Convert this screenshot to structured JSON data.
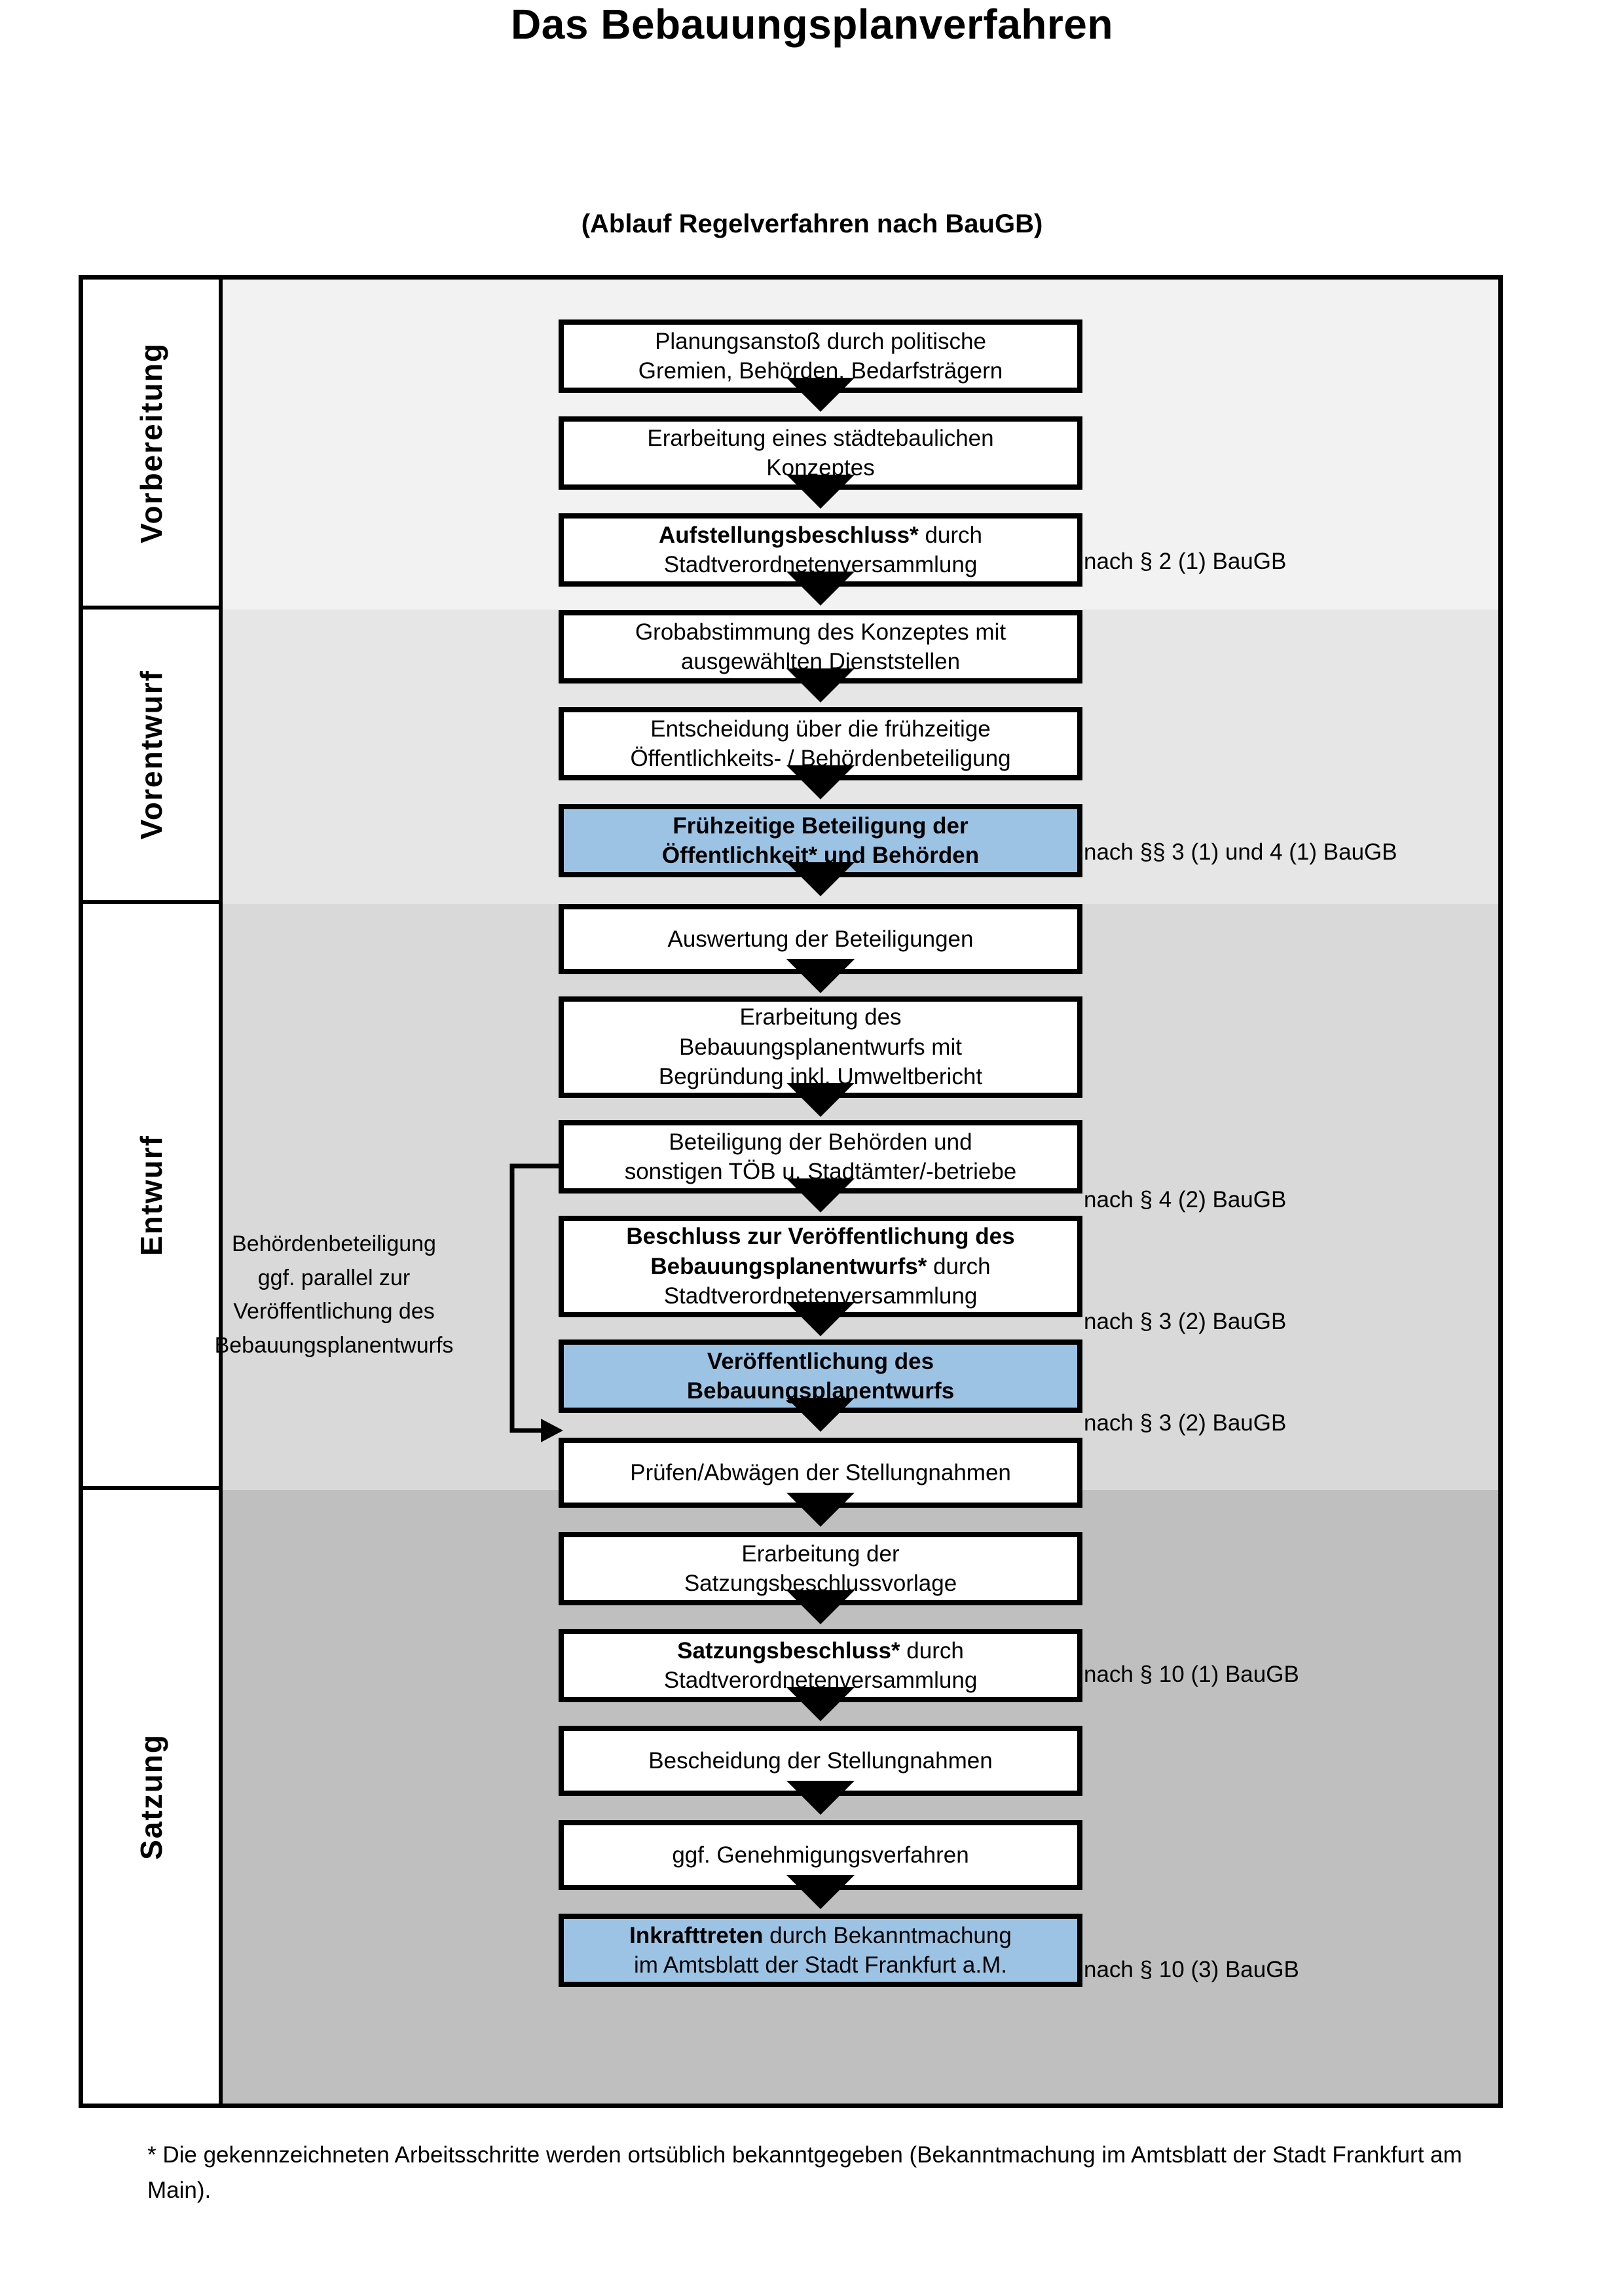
{
  "header": {
    "title": "Das Bebauungsplanverfahren",
    "subtitle": "(Ablauf Regelverfahren nach BauGB)"
  },
  "phases": [
    {
      "label": "Vorbereitung",
      "color": "#F2F2F2"
    },
    {
      "label": "Vorentwurf",
      "color": "#E6E6E6"
    },
    {
      "label": "Entwurf",
      "color": "#D9D9D9"
    },
    {
      "label": "Satzung",
      "color": "#BFBFBF"
    }
  ],
  "accent_color": "#9CC3E4",
  "steps": [
    {
      "line1": "Planungsanstoß durch politische",
      "line2": "Gremien, Behörden, Bedarfsträgern",
      "line3": "",
      "highlight": false
    },
    {
      "line1": "Erarbeitung eines städtebaulichen",
      "line2": "Konzeptes",
      "line3": "",
      "highlight": false
    },
    {
      "line1": "Aufstellungsbeschluss* durch",
      "line2": "Stadtverordnetenversammlung",
      "line3": "",
      "highlight": false,
      "bold_prefix": "Aufstellungsbeschluss*"
    },
    {
      "line1": "Grobabstimmung des Konzeptes mit",
      "line2": "ausgewählten Dienststellen",
      "line3": "",
      "highlight": false
    },
    {
      "line1": "Entscheidung über die frühzeitige",
      "line2": "Öffentlichkeits- / Behördenbeteiligung",
      "line3": "",
      "highlight": false
    },
    {
      "line1": "Frühzeitige Beteiligung der",
      "line2": "Öffentlichkeit* und Behörden",
      "line3": "",
      "highlight": true
    },
    {
      "line1": "Auswertung der Beteiligungen",
      "line2": "",
      "line3": "",
      "highlight": false
    },
    {
      "line1": "Erarbeitung des",
      "line2": "Bebauungsplanentwurfs mit",
      "line3": "Begründung inkl. Umweltbericht",
      "highlight": false
    },
    {
      "line1": "Beteiligung der Behörden und",
      "line2": "sonstigen TÖB u. Stadtämter/-betriebe",
      "line3": "",
      "highlight": false
    },
    {
      "line1": "Beschluss zur Veröffentlichung des",
      "line2": "Bebauungsplanentwurfs* durch",
      "line3": "Stadtverordnetenversammlung",
      "highlight": false
    },
    {
      "line1": "Veröffentlichung des",
      "line2": "Bebauungsplanentwurfs",
      "line3": "",
      "highlight": true
    },
    {
      "line1": "Prüfen/Abwägen der Stellungnahmen",
      "line2": "",
      "line3": "",
      "highlight": false
    },
    {
      "line1": "Erarbeitung der",
      "line2": "Satzungsbeschlussvorlage",
      "line3": "",
      "highlight": false
    },
    {
      "line1": "Satzungsbeschluss* durch",
      "line2": "Stadtverordnetenversammlung",
      "line3": "",
      "highlight": false
    },
    {
      "line1": "Bescheidung der Stellungnahmen",
      "line2": "",
      "line3": "",
      "highlight": false
    },
    {
      "line1": "ggf. Genehmigungsverfahren",
      "line2": "",
      "line3": "",
      "highlight": false
    },
    {
      "line1": "Inkrafttreten durch Bekanntmachung",
      "line2": "im Amtsblatt der Stadt Frankfurt a.M.",
      "line3": "",
      "highlight": true
    }
  ],
  "references": [
    "nach § 2 (1) BauGB",
    "nach §§ 3 (1) und 4 (1) BauGB",
    "nach § 4 (2) BauGB",
    "nach § 3 (2) BauGB",
    "nach § 3 (2) BauGB",
    "nach § 10 (1) BauGB",
    "nach § 10 (3) BauGB"
  ],
  "sidenote": {
    "line1": "Behördenbeteiligung",
    "line2": "ggf. parallel zur",
    "line3": "Veröffentlichung des",
    "line4": "Bebauungsplanentwurfs"
  },
  "footnote": "* Die gekennzeichneten Arbeitsschritte werden ortsüblich bekanntgegeben (Bekanntmachung im Amtsblatt  der Stadt Frankfurt am Main)."
}
